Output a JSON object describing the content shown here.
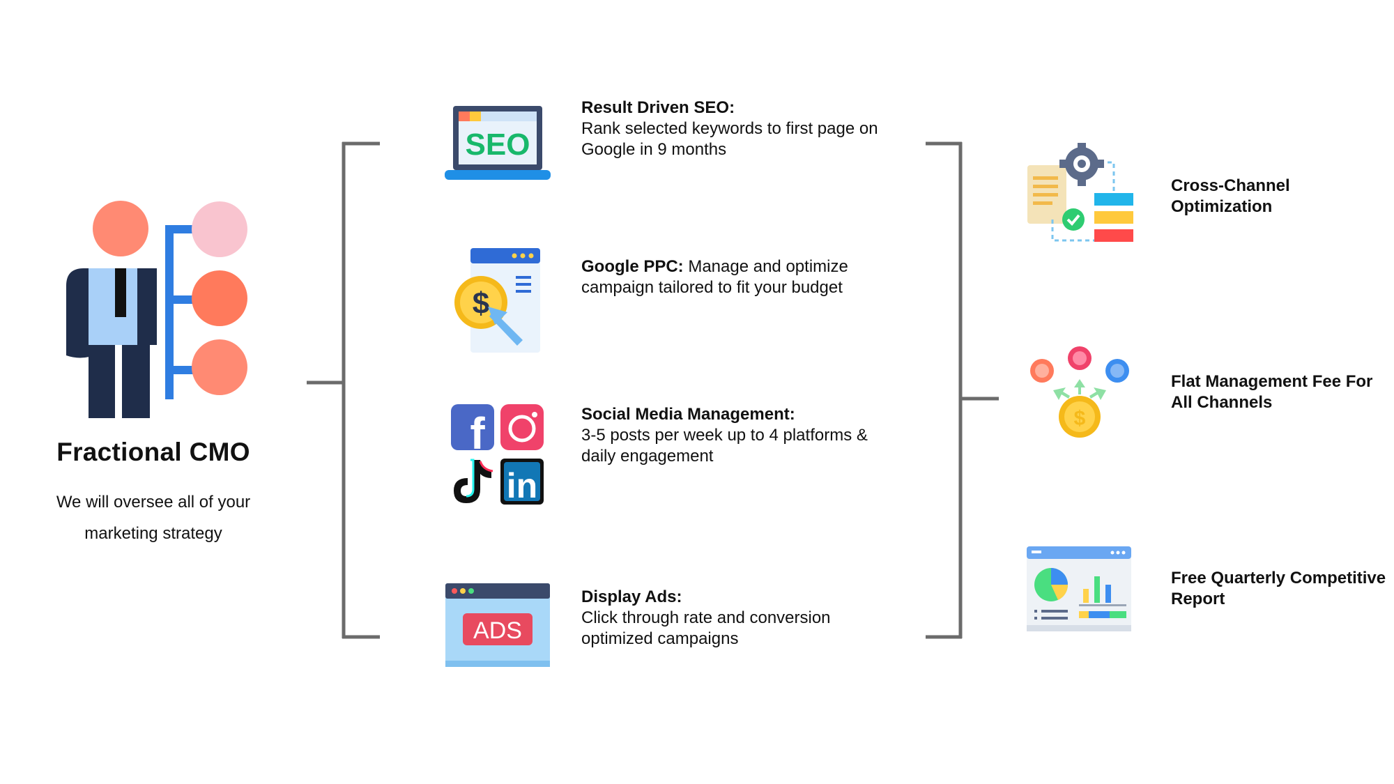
{
  "persona": {
    "title": "Fractional CMO",
    "subtitle_line1": "We will oversee all of your",
    "subtitle_line2": "marketing strategy"
  },
  "services": [
    {
      "icon": "seo-laptop-icon",
      "title": "Result Driven SEO:",
      "body_line1": "Rank selected keywords to first page on",
      "body_line2": "Google in 9 months"
    },
    {
      "icon": "ppc-dollar-click-icon",
      "title": "Google PPC:",
      "body_line1": " Manage and optimize",
      "body_line2": "campaign tailored to fit your budget"
    },
    {
      "icon": "social-media-icons",
      "title": "Social Media Management:",
      "body_line1": "3-5 posts per week up to 4 platforms &",
      "body_line2": "daily engagement"
    },
    {
      "icon": "ads-browser-icon",
      "title": "Display Ads:",
      "body_line1": "Click through rate and conversion",
      "body_line2": "optimized campaigns"
    }
  ],
  "social_icons": {
    "facebook": "f",
    "linkedin": "in"
  },
  "seo_icon_text": "SEO",
  "ppc_icon_text": "$",
  "ads_icon_text": "ADS",
  "benefits": [
    {
      "icon": "cross-channel-gear-icon",
      "line1": "Cross-Channel",
      "line2": "Optimization"
    },
    {
      "icon": "flat-fee-coins-icon",
      "line1": "Flat Management Fee For",
      "line2": "All Channels"
    },
    {
      "icon": "report-dashboard-icon",
      "line1": "Free Quarterly Competitive",
      "line2": "Report"
    }
  ],
  "fee_icon_text": "$",
  "colors": {
    "bracket": "#6b6b6b",
    "accent_blue": "#2f7de1",
    "coral": "#ff8a73",
    "pink": "#f9c4cf",
    "navy": "#1f2d4a"
  }
}
